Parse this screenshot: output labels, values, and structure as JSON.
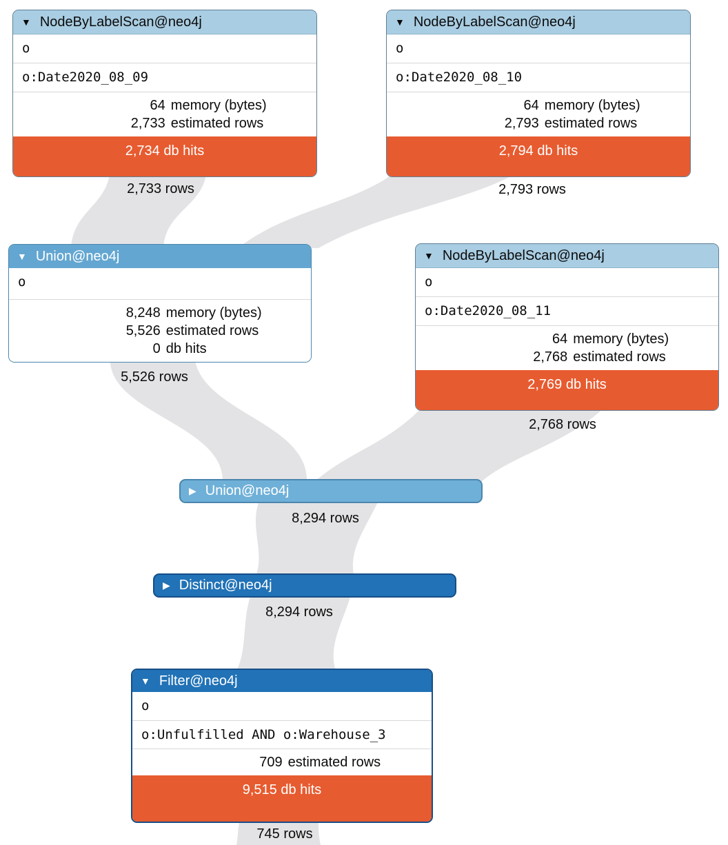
{
  "icons": {
    "expanded": "▼",
    "collapsed": "▶"
  },
  "colors": {
    "header_light": "#a9cde2",
    "header_mid": "#63a6d1",
    "bar_mid": "#6fb0d8",
    "header_dark": "#2172b6",
    "db_hits_bg": "#e75b30",
    "ribbon_gray": "#e3e3e5"
  },
  "nodes": {
    "scan1": {
      "operator": "NodeByLabelScan@neo4j",
      "identifiers": "o",
      "details": "o:Date2020_08_09",
      "stats": [
        {
          "num": "64",
          "label": "memory (bytes)"
        },
        {
          "num": "2,733",
          "label": "estimated rows"
        }
      ],
      "db_hits": "2,734 db hits",
      "rows": "2,733 rows"
    },
    "scan2": {
      "operator": "NodeByLabelScan@neo4j",
      "identifiers": "o",
      "details": "o:Date2020_08_10",
      "stats": [
        {
          "num": "64",
          "label": "memory (bytes)"
        },
        {
          "num": "2,793",
          "label": "estimated rows"
        }
      ],
      "db_hits": "2,794 db hits",
      "rows": "2,793 rows"
    },
    "union1": {
      "operator": "Union@neo4j",
      "identifiers": "o",
      "stats": [
        {
          "num": "8,248",
          "label": "memory (bytes)"
        },
        {
          "num": "5,526",
          "label": "estimated rows"
        },
        {
          "num": "0",
          "label": "db hits"
        }
      ],
      "rows": "5,526 rows"
    },
    "scan3": {
      "operator": "NodeByLabelScan@neo4j",
      "identifiers": "o",
      "details": "o:Date2020_08_11",
      "stats": [
        {
          "num": "64",
          "label": "memory (bytes)"
        },
        {
          "num": "2,768",
          "label": "estimated rows"
        }
      ],
      "db_hits": "2,769 db hits",
      "rows": "2,768 rows"
    },
    "union2": {
      "operator": "Union@neo4j",
      "rows": "8,294 rows"
    },
    "distinct": {
      "operator": "Distinct@neo4j",
      "rows": "8,294 rows"
    },
    "filter": {
      "operator": "Filter@neo4j",
      "identifiers": "o",
      "details": "o:Unfulfilled AND o:Warehouse_3",
      "stats": [
        {
          "num": "709",
          "label": "estimated rows"
        }
      ],
      "db_hits": "9,515 db hits",
      "rows": "745 rows"
    }
  }
}
